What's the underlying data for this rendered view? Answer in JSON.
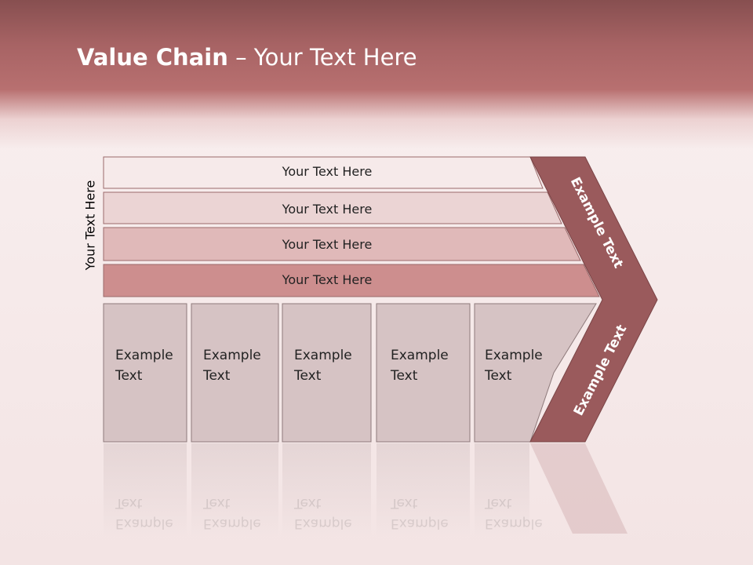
{
  "slide": {
    "title_bold": "Value Chain",
    "title_rest": " – Your Text Here",
    "side_label": "Your Text Here",
    "bars": [
      {
        "label": "Your Text Here",
        "color": "#f6eaea"
      },
      {
        "label": "Your Text Here",
        "color": "#ebd4d4"
      },
      {
        "label": "Your Text Here",
        "color": "#e0b9b9"
      },
      {
        "label": "Your Text Here",
        "color": "#cd8e8e"
      }
    ],
    "columns": [
      {
        "line1": "Example",
        "line2": "Text"
      },
      {
        "line1": "Example",
        "line2": "Text"
      },
      {
        "line1": "Example",
        "line2": "Text"
      },
      {
        "line1": "Example",
        "line2": "Text"
      },
      {
        "line1": "Example",
        "line2": "Text"
      }
    ],
    "chevron_top_label": "Example Text",
    "chevron_bottom_label": "Example Text",
    "colors": {
      "header": "#b06b6c",
      "chevron": "#9a5a5c",
      "column_fill": "#d6c3c4",
      "column_border": "#8e7a7b"
    }
  }
}
